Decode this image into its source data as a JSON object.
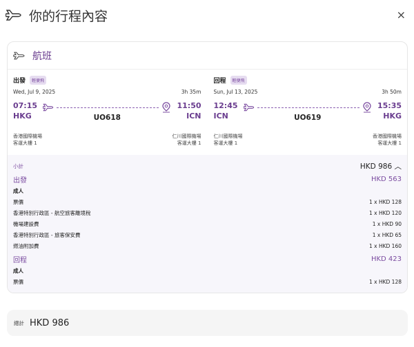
{
  "header": {
    "title": "你的行程內容",
    "close_label": "×"
  },
  "card": {
    "title": "航班"
  },
  "legs": [
    {
      "label": "出發",
      "badge": "輕便飛",
      "date": "Wed, Jul 9, 2025",
      "duration": "3h 35m",
      "dep_time": "07:15",
      "dep_code": "HKG",
      "arr_time": "11:50",
      "arr_code": "ICN",
      "flight": "UO618",
      "dep_airport": "香港國際機場",
      "dep_terminal": "客運大樓 1",
      "arr_airport": "仁川國際機場",
      "arr_terminal": "客運大樓 1"
    },
    {
      "label": "回程",
      "badge": "輕便飛",
      "date": "Sun, Jul 13, 2025",
      "duration": "3h 50m",
      "dep_time": "12:45",
      "dep_code": "ICN",
      "arr_time": "15:35",
      "arr_code": "HKG",
      "flight": "UO619",
      "dep_airport": "仁川國際機場",
      "dep_terminal": "客運大樓 1",
      "arr_airport": "香港國際機場",
      "arr_terminal": "客運大樓 1"
    }
  ],
  "subtotal": {
    "label": "小計",
    "value": "HKD 986",
    "sections": [
      {
        "label": "出發",
        "value": "HKD 563",
        "pax": "成人",
        "items": [
          {
            "name": "票價",
            "value": "1 x HKD 128"
          },
          {
            "name": "香港特別行政區 - 航空旅客離境稅",
            "value": "1 x HKD 120"
          },
          {
            "name": "機場建設費",
            "value": "1 x HKD 90"
          },
          {
            "name": "香港特別行政區 - 旅客保安費",
            "value": "1 x HKD 65"
          },
          {
            "name": "燃油附加費",
            "value": "1 x HKD 160"
          }
        ]
      },
      {
        "label": "回程",
        "value": "HKD 423",
        "pax": "成人",
        "items": [
          {
            "name": "票價",
            "value": "1 x HKD 128"
          }
        ]
      }
    ]
  },
  "total": {
    "label": "總計",
    "value": "HKD 986"
  },
  "colors": {
    "accent": "#6a3d8f"
  }
}
